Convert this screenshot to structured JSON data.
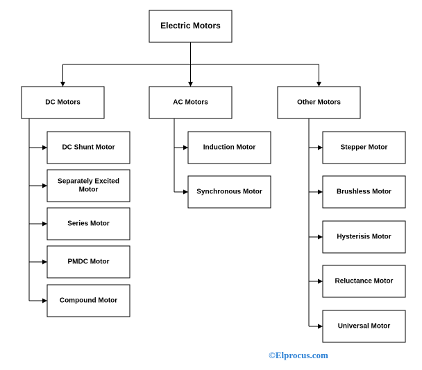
{
  "diagram": {
    "root": {
      "id": "root",
      "label": "Electric Motors"
    },
    "categories": [
      {
        "id": "dc",
        "label": "DC Motors",
        "children": [
          {
            "id": "dc-shunt",
            "lines": [
              "DC Shunt Motor"
            ]
          },
          {
            "id": "separately-excited",
            "lines": [
              "Separately Excited",
              "Motor"
            ]
          },
          {
            "id": "series",
            "lines": [
              "Series Motor"
            ]
          },
          {
            "id": "pmdc",
            "lines": [
              "PMDC Motor"
            ]
          },
          {
            "id": "compound",
            "lines": [
              "Compound Motor"
            ]
          }
        ]
      },
      {
        "id": "ac",
        "label": "AC Motors",
        "children": [
          {
            "id": "induction",
            "lines": [
              "Induction Motor"
            ]
          },
          {
            "id": "synchronous",
            "lines": [
              "Synchronous Motor"
            ]
          }
        ]
      },
      {
        "id": "other",
        "label": "Other Motors",
        "children": [
          {
            "id": "stepper",
            "lines": [
              "Stepper Motor"
            ]
          },
          {
            "id": "brushless",
            "lines": [
              "Brushless Motor"
            ]
          },
          {
            "id": "hysterisis",
            "lines": [
              "Hysterisis Motor"
            ]
          },
          {
            "id": "reluctance",
            "lines": [
              "Reluctance Motor"
            ]
          },
          {
            "id": "universal",
            "lines": [
              "Universal Motor"
            ]
          }
        ]
      }
    ]
  },
  "watermark": "©Elprocus.com",
  "colors": {
    "stroke": "#000000",
    "fill": "#ffffff",
    "watermark": "#2a7fd4"
  }
}
